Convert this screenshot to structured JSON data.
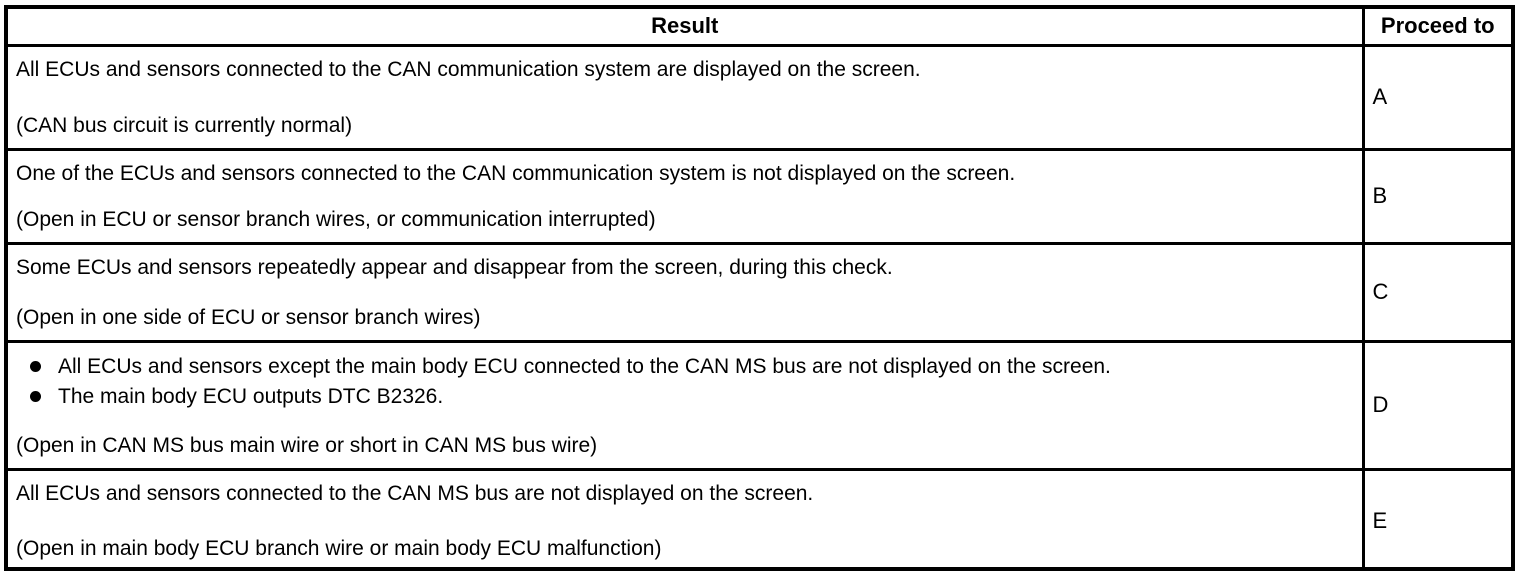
{
  "table": {
    "headers": [
      "Result",
      "Proceed to"
    ],
    "rows": [
      {
        "main": "All ECUs and sensors connected to the CAN communication system are displayed on the screen.",
        "note": "(CAN bus circuit is currently normal)",
        "proceed": "A"
      },
      {
        "main": "One of the ECUs and sensors connected to the CAN communication system is not displayed on the screen.",
        "note": "(Open in ECU or sensor branch wires, or communication interrupted)",
        "proceed": "B"
      },
      {
        "main": "Some ECUs and sensors repeatedly appear and disappear from the screen, during this check.",
        "note": "(Open in one side of ECU or sensor branch wires)",
        "proceed": "C"
      },
      {
        "bullets": [
          "All ECUs and sensors except the main body ECU connected to the CAN MS bus are not displayed on the screen.",
          "The main body ECU outputs DTC B2326."
        ],
        "note": "(Open in CAN MS bus main wire or short in CAN MS bus wire)",
        "proceed": "D"
      },
      {
        "main": "All ECUs and sensors connected to the CAN MS bus are not displayed on the screen.",
        "note": "(Open in main body ECU branch wire or main body ECU malfunction)",
        "proceed": "E"
      }
    ]
  },
  "colors": {
    "border": "#000000",
    "background": "#ffffff",
    "text": "#000000"
  }
}
